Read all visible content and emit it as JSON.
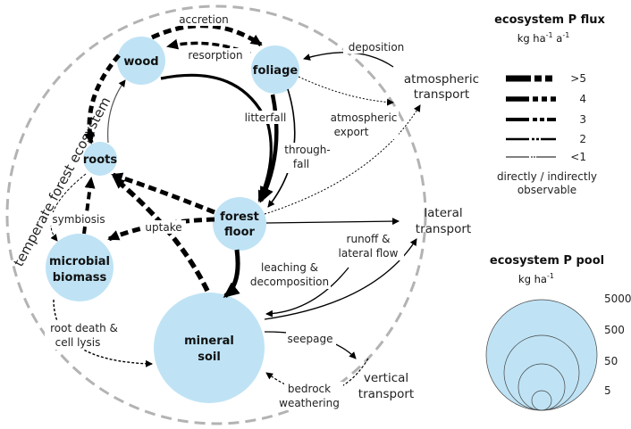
{
  "system_label": "temperate forest ecosystem",
  "pools": {
    "wood": "wood",
    "foliage": "foliage",
    "roots": "roots",
    "forest_floor": [
      "forest",
      "floor"
    ],
    "microbial_biomass": [
      "microbial",
      "biomass"
    ],
    "mineral_soil": [
      "mineral",
      "soil"
    ]
  },
  "external": {
    "atmospheric_transport": [
      "atmospheric",
      "transport"
    ],
    "lateral_transport": [
      "lateral",
      "transport"
    ],
    "vertical_transport": [
      "vertical",
      "transport"
    ]
  },
  "fluxes": {
    "accretion": "accretion",
    "resorption": "resorption",
    "deposition": "deposition",
    "atmospheric_export": [
      "atmospheric",
      "export"
    ],
    "litterfall": "litterfall",
    "throughfall": [
      "through-",
      "fall"
    ],
    "uptake": "uptake",
    "symbiosis": "symbiosis",
    "runoff": [
      "runoff &",
      "lateral flow"
    ],
    "leaching": [
      "leaching &",
      "decomposition"
    ],
    "root_death": [
      "root death &",
      "cell lysis"
    ],
    "seepage": "seepage",
    "weathering": [
      "bedrock",
      "weathering"
    ]
  },
  "legend_flux": {
    "title": "ecosystem P flux",
    "unit_base": "kg ha",
    "unit_exp1": "-1",
    "unit_mid": " a",
    "unit_exp2": "-1",
    "levels": [
      ">5",
      "4",
      "3",
      "2",
      "<1"
    ],
    "note": [
      "directly / indirectly",
      "observable"
    ]
  },
  "legend_pool": {
    "title": "ecosystem P pool",
    "unit_base": "kg ha",
    "unit_exp": "-1",
    "levels": [
      "5000",
      "500",
      "50",
      "5"
    ]
  },
  "colors": {
    "pool_fill": "#bfe3f5",
    "boundary": "#b3b3b3",
    "arrow": "#000000"
  }
}
